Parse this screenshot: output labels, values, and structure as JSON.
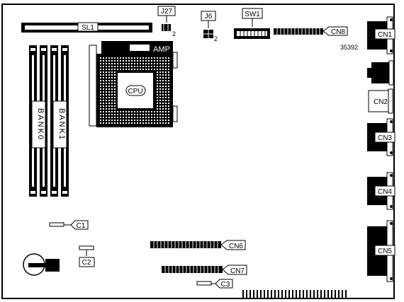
{
  "board": {
    "part_number": "35392",
    "labels": {
      "sl1": "SL1",
      "j27": "J27",
      "j27_pin": "2",
      "j6": "J6",
      "j6_pin": "2",
      "sw1": "SW1",
      "cn8": "CN8",
      "amp": "AMP",
      "cpu": "CPU",
      "bank0": "BANK0",
      "bank1": "BANK1",
      "cn1": "CN1",
      "cn2": "CN2",
      "cn3": "CN3",
      "cn4": "CN4",
      "cn5": "CN5",
      "cn6": "CN6",
      "cn7": "CN7",
      "c1": "C1",
      "c2": "C2",
      "c3": "C3"
    }
  }
}
